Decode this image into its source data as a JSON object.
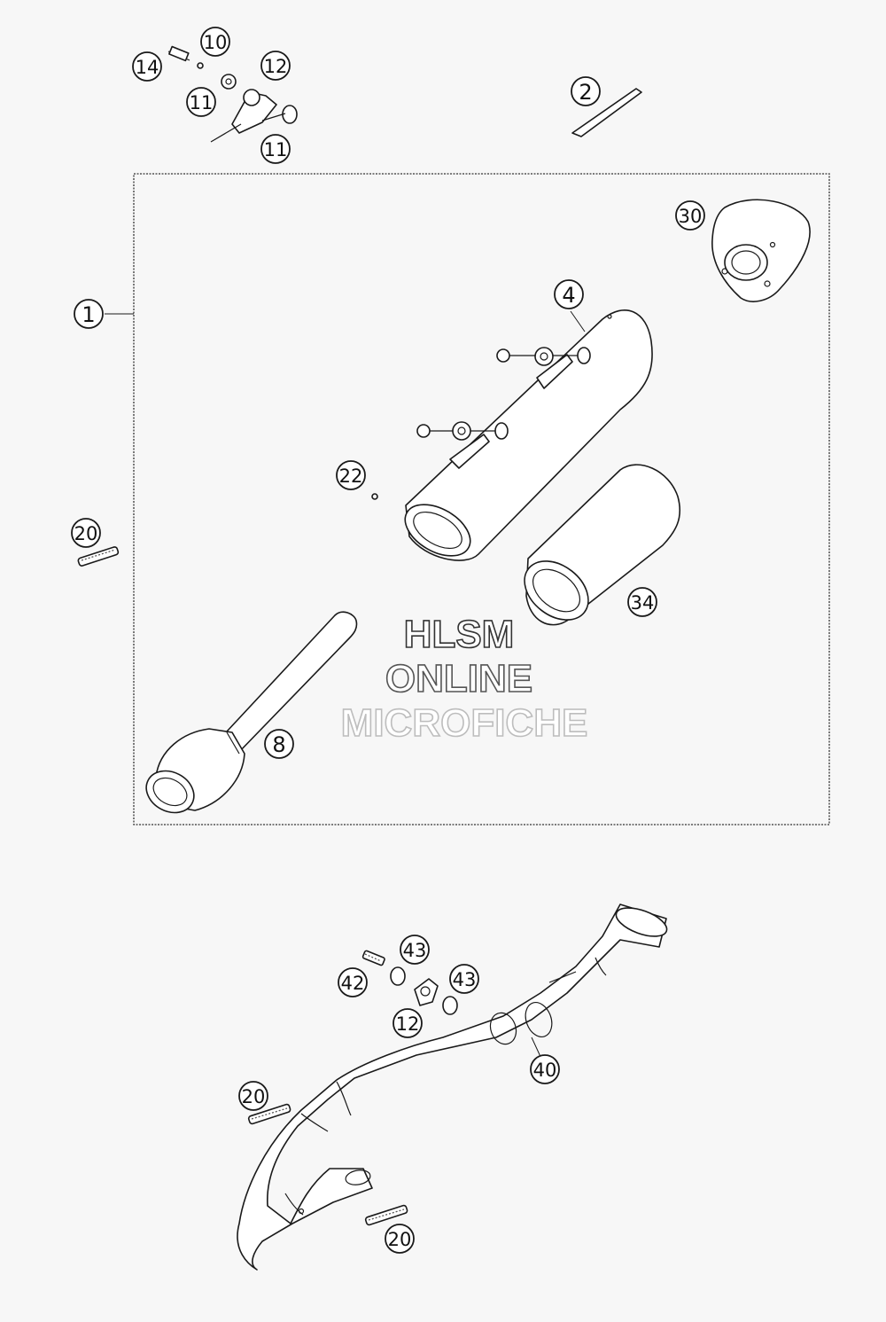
{
  "callouts": [
    {
      "id": "c14a",
      "label": "14"
    },
    {
      "id": "c10",
      "label": "10"
    },
    {
      "id": "c12a",
      "label": "12"
    },
    {
      "id": "c11a",
      "label": "11"
    },
    {
      "id": "c11b",
      "label": "11"
    },
    {
      "id": "c2",
      "label": "2"
    },
    {
      "id": "c30",
      "label": "30"
    },
    {
      "id": "c1",
      "label": "1"
    },
    {
      "id": "c4",
      "label": "4"
    },
    {
      "id": "c22",
      "label": "22"
    },
    {
      "id": "c20a",
      "label": "20"
    },
    {
      "id": "c34",
      "label": "34"
    },
    {
      "id": "c8",
      "label": "8"
    },
    {
      "id": "c43a",
      "label": "43"
    },
    {
      "id": "c42",
      "label": "42"
    },
    {
      "id": "c43b",
      "label": "43"
    },
    {
      "id": "c12b",
      "label": "12"
    },
    {
      "id": "c40",
      "label": "40"
    },
    {
      "id": "c20b",
      "label": "20"
    },
    {
      "id": "c20c",
      "label": "20"
    }
  ],
  "watermark": {
    "line1": "HLSM",
    "line2": "ONLINE",
    "line3": "MICROFICHE"
  }
}
